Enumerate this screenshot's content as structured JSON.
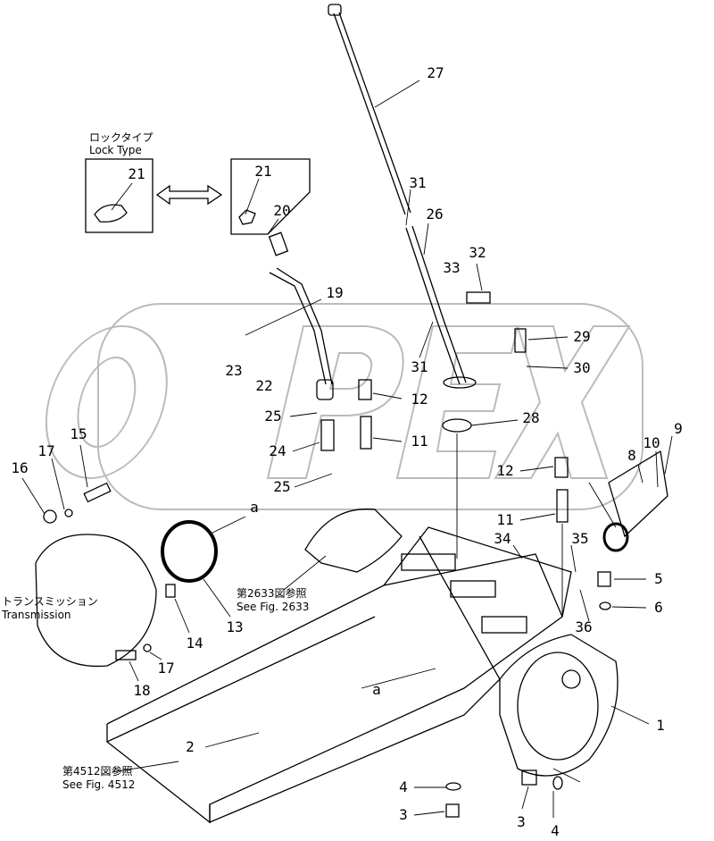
{
  "watermark": "OPEX",
  "notes": {
    "lock_type_jp": "ロックタイプ",
    "lock_type_en": "Lock Type",
    "transmission_jp": "トランスミッション",
    "transmission_en": "Transmission",
    "fig2633_jp": "第2633図参照",
    "fig2633_en": "See Fig. 2633",
    "fig4512_jp": "第4512図参照",
    "fig4512_en": "See Fig. 4512"
  },
  "callouts": [
    "27",
    "31",
    "26",
    "32",
    "33",
    "21",
    "21",
    "20",
    "19",
    "29",
    "30",
    "31",
    "23",
    "22",
    "12",
    "25",
    "28",
    "11",
    "24",
    "15",
    "17",
    "16",
    "8",
    "9",
    "10",
    "12",
    "25",
    "11",
    "a",
    "34",
    "35",
    "5",
    "6",
    "36",
    "13",
    "14",
    "17",
    "18",
    "a",
    "1",
    "2",
    "4",
    "3",
    "3",
    "4"
  ]
}
